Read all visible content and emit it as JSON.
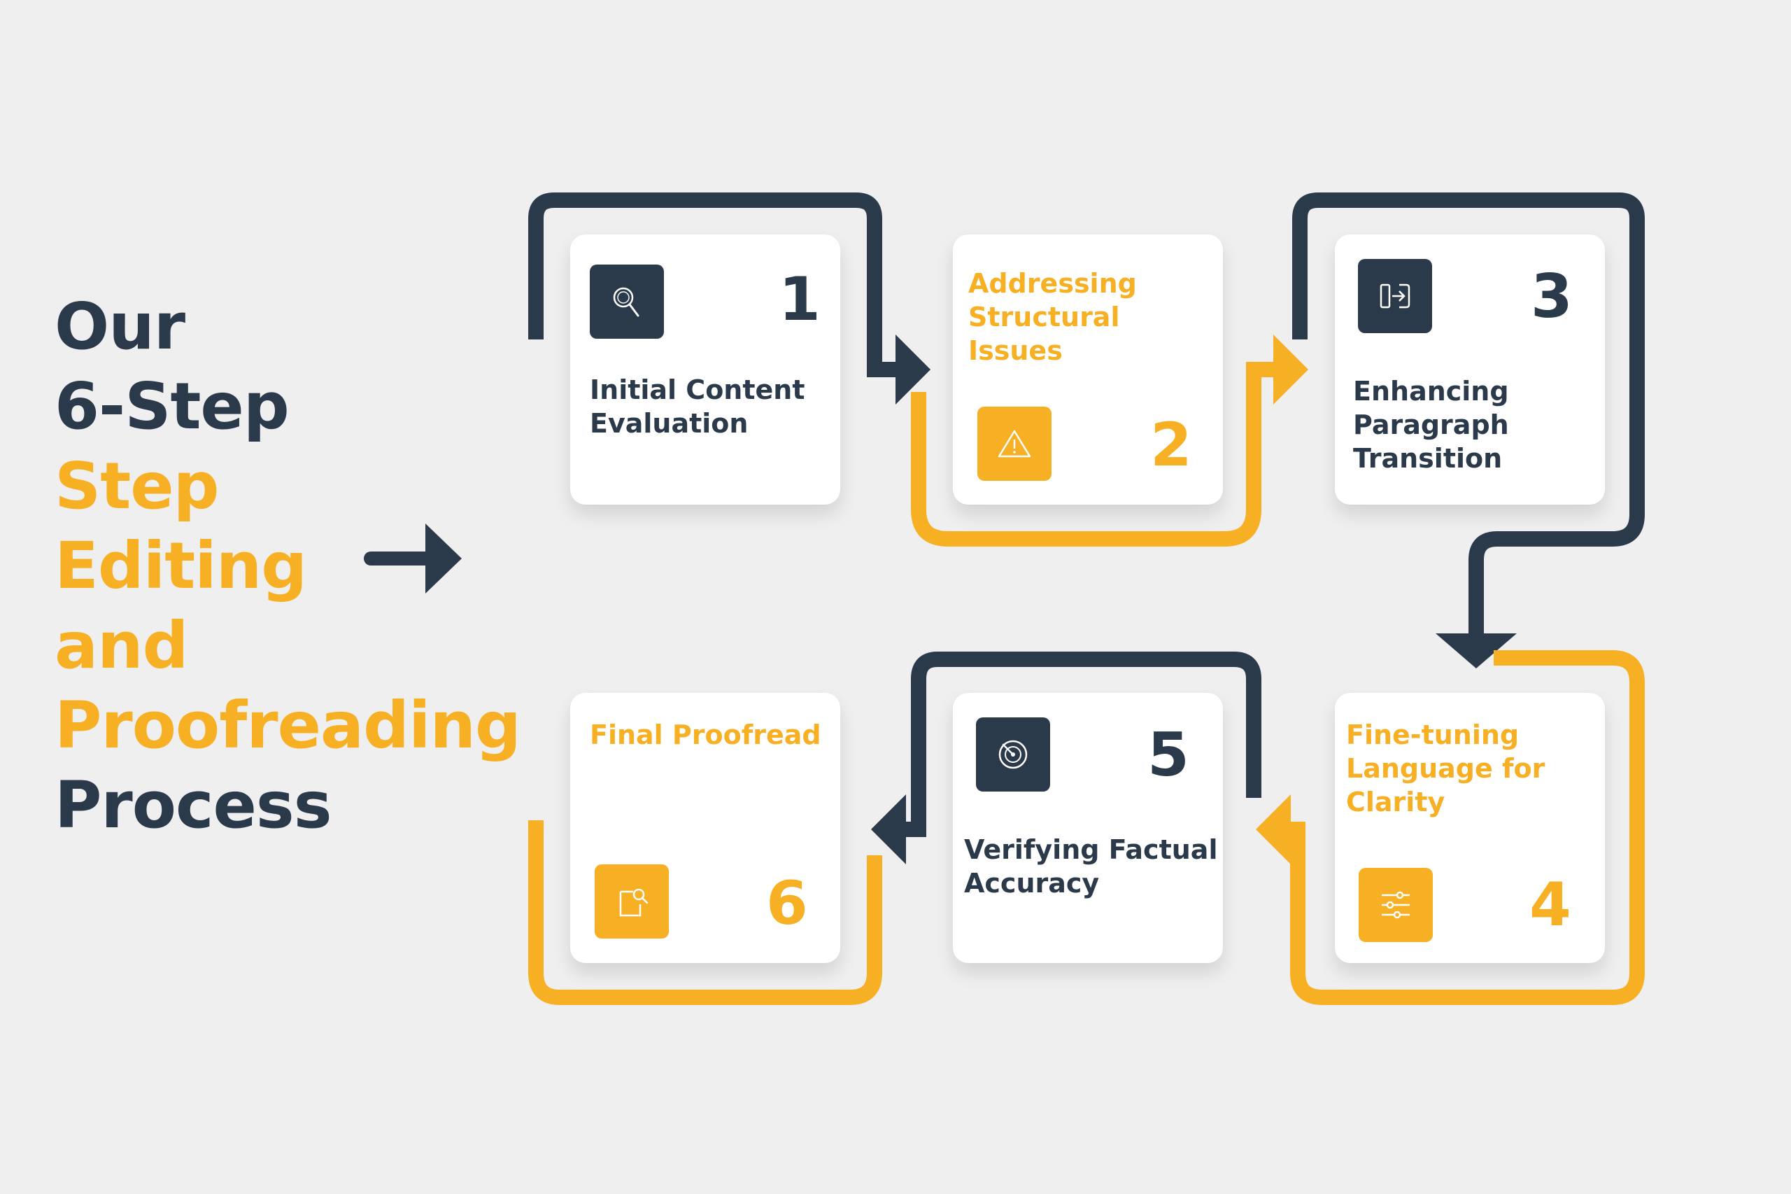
{
  "title": {
    "line1": "Our",
    "line2": "6-Step",
    "line3": "Step",
    "line4": "Editing",
    "line5": "and",
    "line6": "Proofreading",
    "line7": "Process"
  },
  "colors": {
    "navy": "#2b3a4b",
    "orange": "#f7b024",
    "background": "#efefef",
    "card": "#ffffff"
  },
  "steps": [
    {
      "number": "1",
      "label_lines": [
        "Initial Content",
        "Evaluation"
      ],
      "icon": "magnifier-icon"
    },
    {
      "number": "2",
      "label_lines": [
        "Addressing",
        "Structural Issues"
      ],
      "icon": "warning-triangle-icon"
    },
    {
      "number": "3",
      "label_lines": [
        "Enhancing",
        "Paragraph",
        "Transition"
      ],
      "icon": "sign-in-arrow-icon"
    },
    {
      "number": "4",
      "label_lines": [
        "Fine-tuning",
        "Language for",
        "Clarity"
      ],
      "icon": "sliders-icon"
    },
    {
      "number": "5",
      "label_lines": [
        "Verifying Factual",
        "Accuracy"
      ],
      "icon": "radar-target-icon"
    },
    {
      "number": "6",
      "label_lines": [
        "Final Proofread"
      ],
      "icon": "document-search-icon"
    }
  ]
}
